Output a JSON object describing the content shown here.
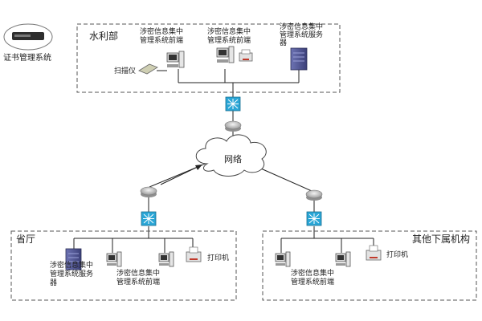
{
  "cert_system": {
    "label": "证书管理系统"
  },
  "ministry": {
    "title": "水利部",
    "frontend_1": [
      "涉密信息集中",
      "管理系统前端"
    ],
    "frontend_2": [
      "涉密信息集中",
      "管理系统前端"
    ],
    "server": [
      "涉密信息集中",
      "管理系统服务",
      "器"
    ],
    "scanner": "扫描仪"
  },
  "network": {
    "label": "网络"
  },
  "province": {
    "title": "省厅",
    "server": [
      "涉密信息集中",
      "管理系统服务",
      "器"
    ],
    "frontend": [
      "涉密信息集中",
      "管理系统前端"
    ],
    "printer": "打印机"
  },
  "other_units": {
    "title": "其他下属机构",
    "frontend": [
      "涉密信息集中",
      "管理系统前端"
    ],
    "printer": "打印机"
  },
  "colors": {
    "box_border": "#555555",
    "switch_fill": "#2aa6d6",
    "router_fill": "#b9b9b9",
    "server_fill": "#4a4f8c",
    "line": "#222222"
  }
}
